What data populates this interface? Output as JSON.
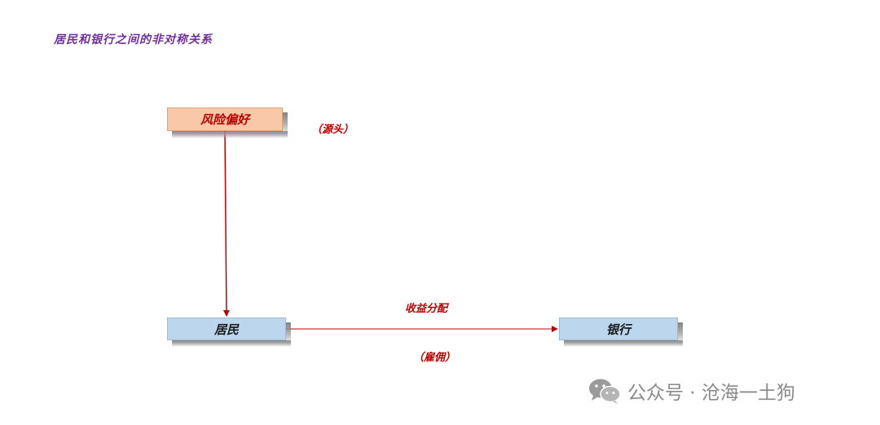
{
  "title": "居民和银行之间的非对称关系",
  "nodes": {
    "risk_preference": "风险偏好",
    "resident": "居民",
    "bank": "银行"
  },
  "labels": {
    "source": "（源头）",
    "income_distribution": "收益分配",
    "employment": "（雇佣）"
  },
  "watermark": {
    "text": "公众号 · 沧海一土狗",
    "icon": "wechat-icon"
  },
  "colors": {
    "title": "#7030a0",
    "arrow": "#c00000",
    "risk_box": "#f8c8a8",
    "entity_box": "#bcd6ee"
  }
}
